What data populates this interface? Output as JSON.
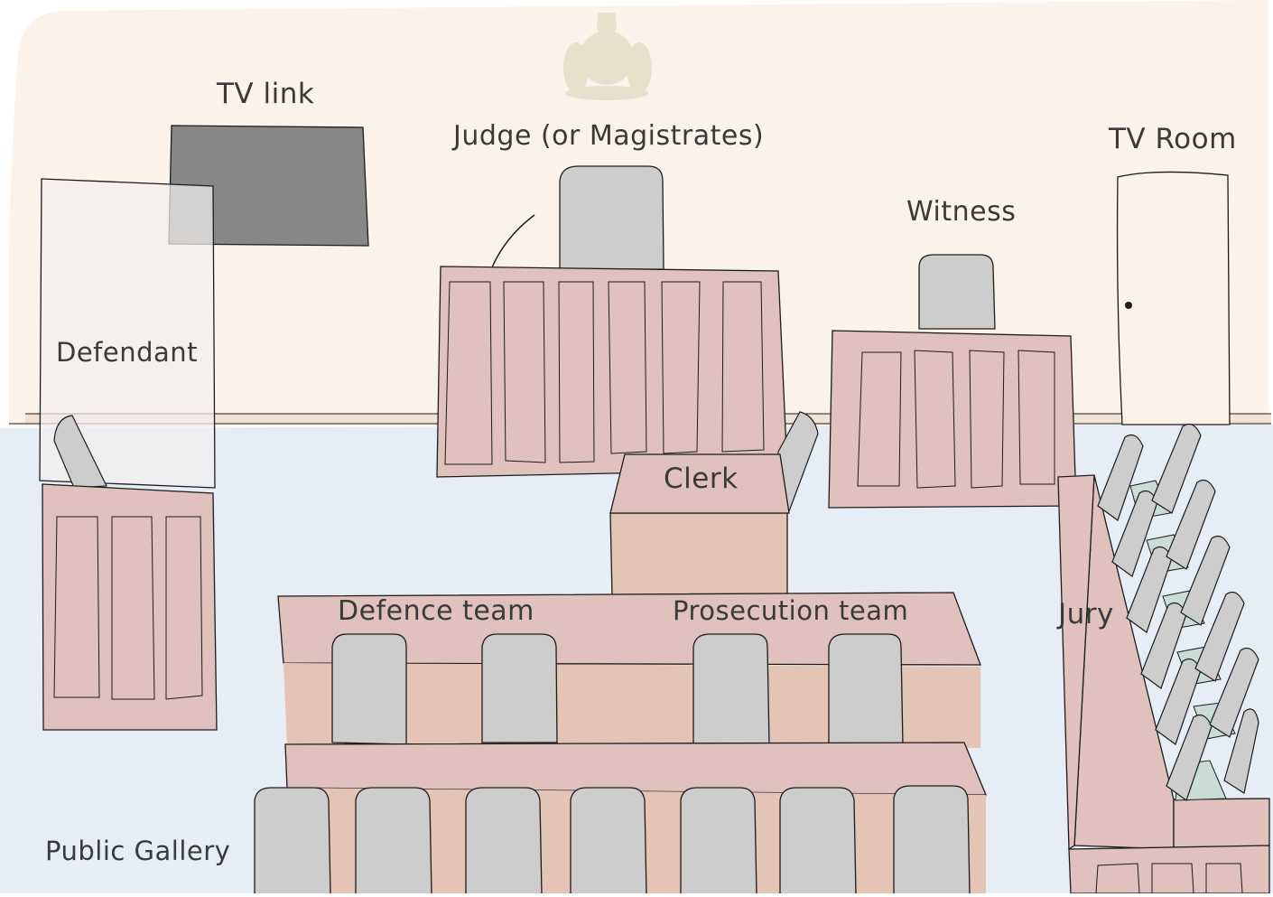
{
  "labels": {
    "tv_link": "TV link",
    "judge": "Judge (or Magistrates)",
    "tv_room": "TV Room",
    "witness": "Witness",
    "defendant": "Defendant",
    "clerk": "Clerk",
    "defence_team": "Defence team",
    "prosecution_team": "Prosecution team",
    "jury": "Jury",
    "public_gallery": "Public Gallery"
  },
  "colors": {
    "wall": "#fbf2ea",
    "floor": "#e6edf5",
    "bench": "#e0c1bd",
    "desk_front": "#e4c4b4",
    "chair": "#cdcdcd",
    "screen": "#878787",
    "glass": "#f3efef",
    "crest": "#e7e1cc",
    "jury_step": "#c9dcd6",
    "outline": "#1c1c1c",
    "text": "#3a3a3a"
  },
  "icons": [
    "royal-coat-of-arms-icon",
    "microphone-icon"
  ]
}
